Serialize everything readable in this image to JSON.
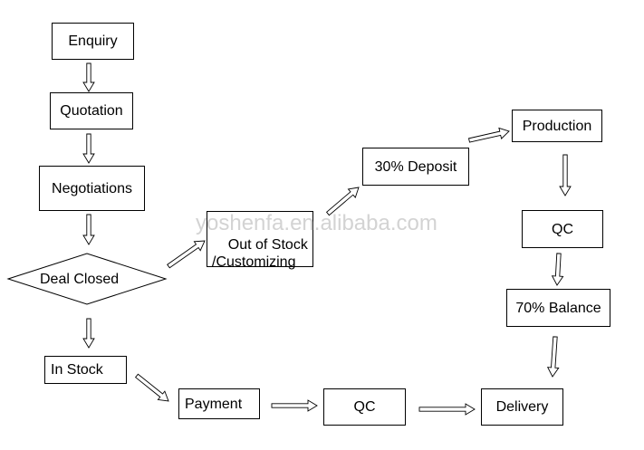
{
  "nodes": {
    "enquiry": "Enquiry",
    "quotation": "Quotation",
    "negotiations": "Negotiations",
    "deal_closed": "Deal Closed",
    "in_stock": "In Stock",
    "out_of_stock": "Out of Stock\n/Customizing",
    "deposit": "30% Deposit",
    "production": "Production",
    "qc_production": "QC",
    "balance": "70% Balance",
    "payment": "Payment",
    "qc_stock": "QC",
    "delivery": "Delivery"
  },
  "watermark": "yoshenfa.en.alibaba.com",
  "colors": {
    "box_border": "#000000",
    "arrow_fill": "#ffffff",
    "arrow_stroke": "#000000",
    "watermark": "#d3d3d3"
  }
}
